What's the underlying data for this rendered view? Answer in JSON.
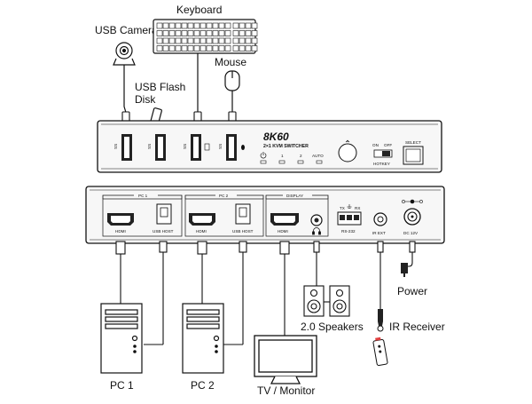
{
  "labels": {
    "usb_camera": "USB Camera",
    "keyboard": "Keyboard",
    "usb_flash_disk_line1": "USB Flash",
    "usb_flash_disk_line2": "Disk",
    "mouse": "Mouse",
    "power": "Power",
    "speakers": "2.0 Speakers",
    "ir_receiver": "IR Receiver",
    "pc1": "PC 1",
    "pc2": "PC 2",
    "tv_monitor": "TV / Monitor"
  },
  "front_panel": {
    "logo": "8K60",
    "subtitle": "2×1 KVM SWITCHER",
    "led_1": "1",
    "led_2": "2",
    "led_auto": "AUTO",
    "hotkey_on": "ON",
    "hotkey_off": "OFF",
    "hotkey": "HOTKEY",
    "select": "SELECT",
    "ss_tag": "SS"
  },
  "rear_panel": {
    "pc1_header": "PC 1",
    "pc2_header": "PC 2",
    "display_header": "DISPLAY",
    "hdmi_1": "HDMI",
    "usb_host_1": "USB HOST",
    "hdmi_2": "HDMI",
    "usb_host_2": "USB HOST",
    "hdmi_out": "HDMI",
    "tx": "TX",
    "rx": "RX",
    "rs232": "RS-232",
    "ir_ext": "IR EXT",
    "dc12v": "DC 12V"
  },
  "colors": {
    "line": "#111111",
    "panel": "#f7f7f7",
    "port": "#222222"
  }
}
